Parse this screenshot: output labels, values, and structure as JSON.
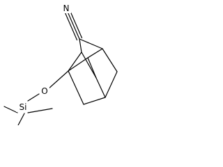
{
  "atoms": {
    "nitrogen": "N",
    "oxygen": "O",
    "silicon": "Si"
  },
  "colors": {
    "bond": "#000000",
    "background": "#ffffff"
  }
}
